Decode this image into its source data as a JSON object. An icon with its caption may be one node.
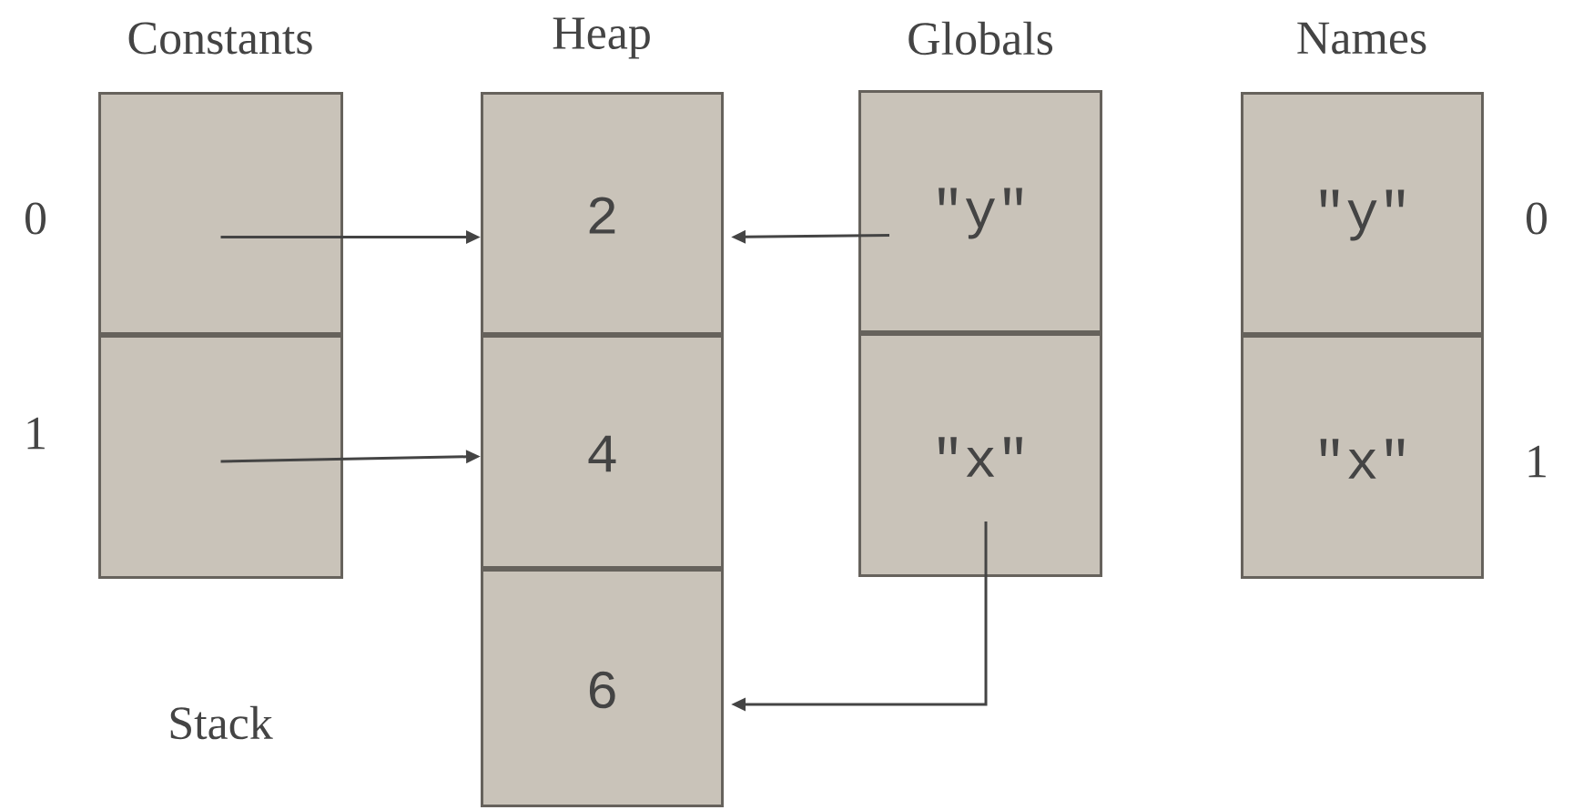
{
  "diagram": {
    "nodes": [
      {
        "text": [],
        "shape": "box"
      },
      {
        "text": [],
        "shape": "box"
      },
      {
        "text": [
          "2"
        ]
      },
      {
        "text": [
          "4"
        ]
      },
      {
        "text": [
          "6"
        ]
      },
      {
        "text": [
          "\"y\""
        ]
      },
      {
        "text": [
          "\"x\""
        ]
      },
      {
        "text": [
          "\"y\""
        ]
      },
      {
        "text": [
          "\"x\""
        ]
      }
    ],
    "edges": [
      {
        "from": 0,
        "to": 2,
        "arrow": "to"
      },
      {
        "from": 5,
        "to": 2,
        "arrow": "to"
      },
      {
        "from": 1,
        "to": 3,
        "arrow": "to"
      },
      {
        "from": 6,
        "to": 4,
        "arrow": "to"
      }
    ],
    "labels": [
      "Constants",
      "Heap",
      "Globals",
      "Names",
      "0",
      "0",
      "1",
      "1",
      "Stack"
    ]
  }
}
